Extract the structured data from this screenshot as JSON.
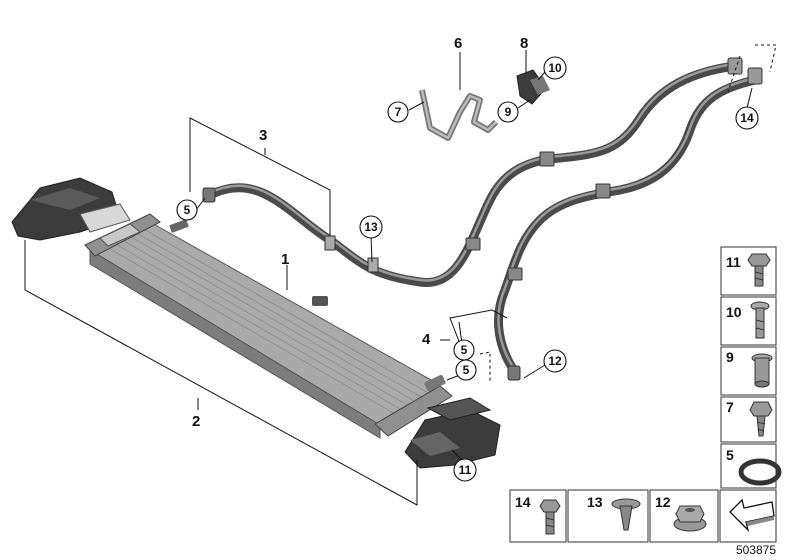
{
  "diagram": {
    "reference_number": "503875",
    "callouts": {
      "c1": "1",
      "c2": "2",
      "c3": "3",
      "c4": "4",
      "c5a": "5",
      "c5b": "5",
      "c5c": "5",
      "c6": "6",
      "c7": "7",
      "c8": "8",
      "c9": "9",
      "c10": "10",
      "c11": "11",
      "c12": "12",
      "c13": "13",
      "c14": "14"
    },
    "parts_panel": [
      {
        "id": "p11",
        "label": "11"
      },
      {
        "id": "p10",
        "label": "10"
      },
      {
        "id": "p9",
        "label": "9"
      },
      {
        "id": "p7",
        "label": "7"
      },
      {
        "id": "p5",
        "label": "5"
      },
      {
        "id": "p14",
        "label": "14"
      },
      {
        "id": "p13",
        "label": "13"
      },
      {
        "id": "p12",
        "label": "12"
      }
    ],
    "colors": {
      "ink": "#111111",
      "hose": "#4a4a4a",
      "metal": "#b8b8b8",
      "plastic": "#3c3c3c"
    }
  }
}
